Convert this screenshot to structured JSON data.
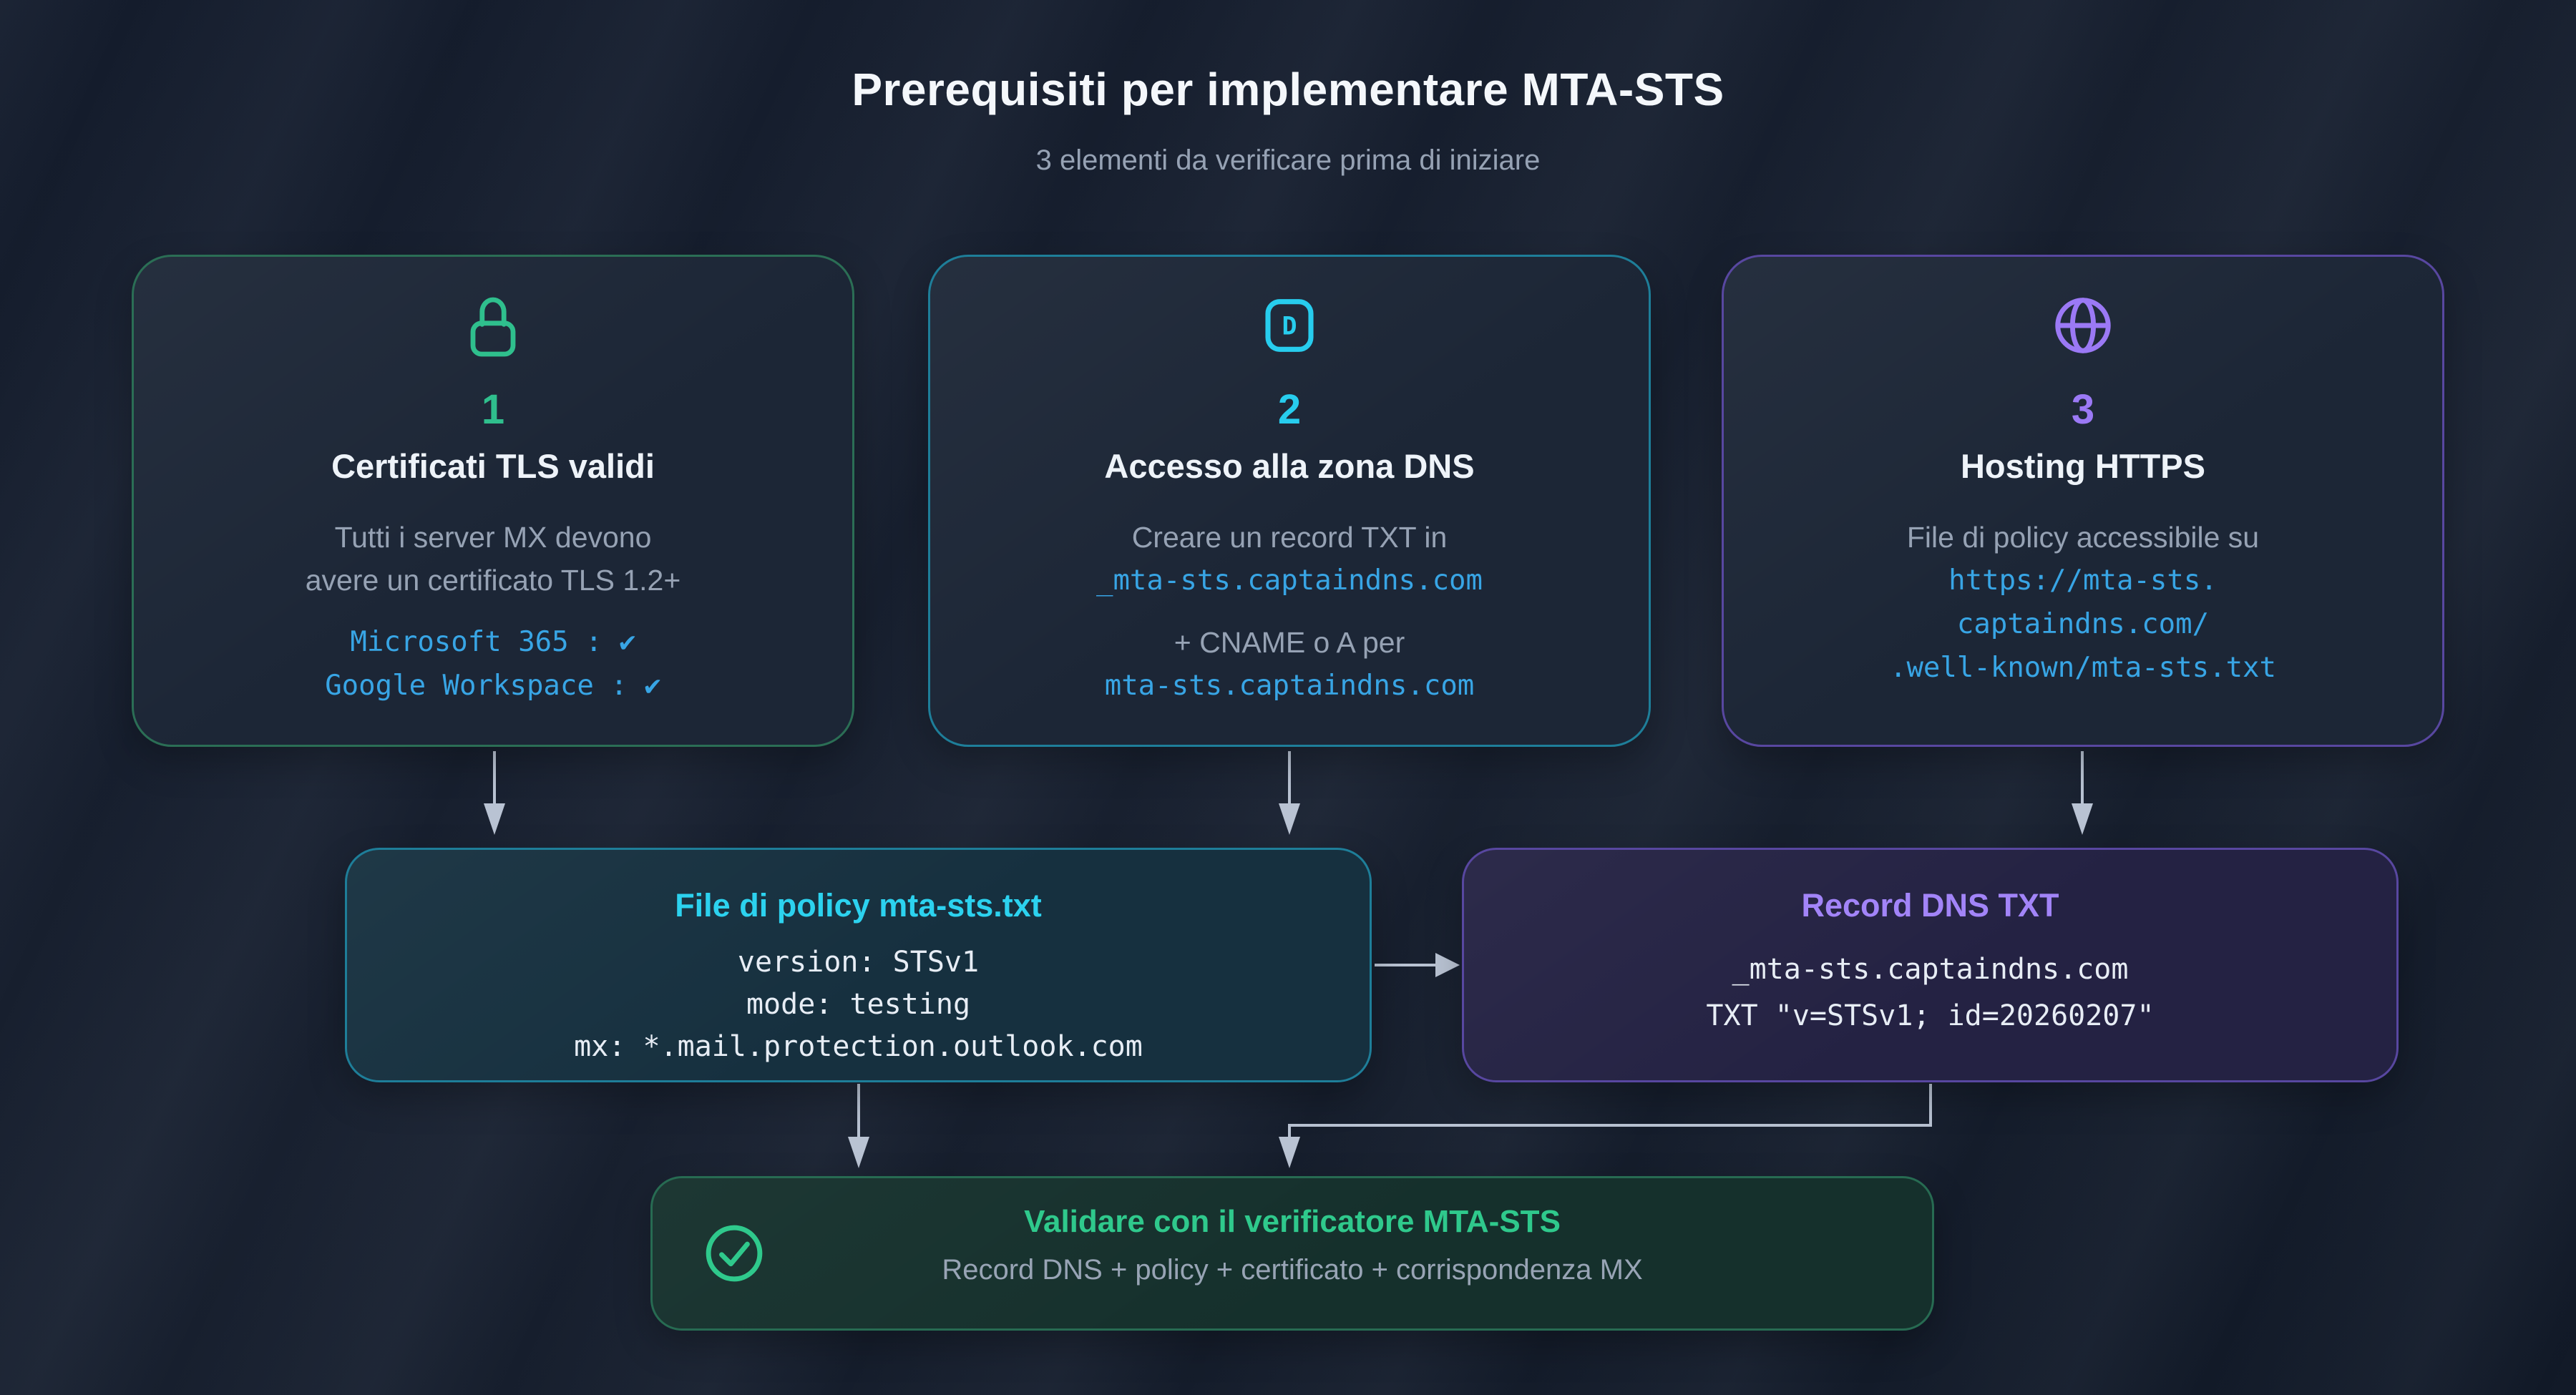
{
  "page": {
    "title": "Prerequisiti per implementare MTA-STS",
    "subtitle": "3 elementi da verificare prima di iniziare"
  },
  "cards": [
    {
      "number": "1",
      "icon": "lock-icon",
      "title": "Certificati TLS validi",
      "desc_line1": "Tutti i server MX devono",
      "desc_line2": "avere un certificato TLS 1.2+",
      "check_line1": "Microsoft 365 : ✔",
      "check_line2": "Google Workspace : ✔"
    },
    {
      "number": "2",
      "icon": "dns-zone-icon",
      "icon_letter": "D",
      "title": "Accesso alla zona DNS",
      "desc_line1": "Creare un record TXT in",
      "code_line1": "_mta-sts.captaindns.com",
      "desc_line2": "+ CNAME o A per",
      "code_line2": "mta-sts.captaindns.com"
    },
    {
      "number": "3",
      "icon": "globe-icon",
      "title": "Hosting HTTPS",
      "desc_line1": "File di policy accessibile su",
      "code_line1": "https://mta-sts.",
      "code_line2": "captaindns.com/",
      "code_line3": ".well-known/mta-sts.txt"
    }
  ],
  "policy_box": {
    "title": "File di policy mta-sts.txt",
    "line1": "version: STSv1",
    "line2": "mode: testing",
    "line3": "mx: *.mail.protection.outlook.com"
  },
  "dns_box": {
    "title": "Record DNS TXT",
    "line1": "_mta-sts.captaindns.com",
    "line2": "TXT \"v=STSv1; id=20260207\""
  },
  "validate_box": {
    "title": "Validare con il verificatore MTA-STS",
    "subtitle": "Record DNS + policy + certificato + corrispondenza MX"
  },
  "colors": {
    "background": "#141c2b",
    "card_green_border": "#2b6e55",
    "card_teal_border": "#1e7e99",
    "card_purple_border": "#5847a0",
    "accent_green": "#2fbf8d",
    "accent_cyan": "#27cdee",
    "accent_purple": "#9b79f5",
    "code_blue": "#38a5e5",
    "policy_title_cyan": "#2cd2ef",
    "dns_title_purple": "#a284f8",
    "validate_green": "#2fc98c",
    "connector_gray": "#b9c3d3"
  }
}
